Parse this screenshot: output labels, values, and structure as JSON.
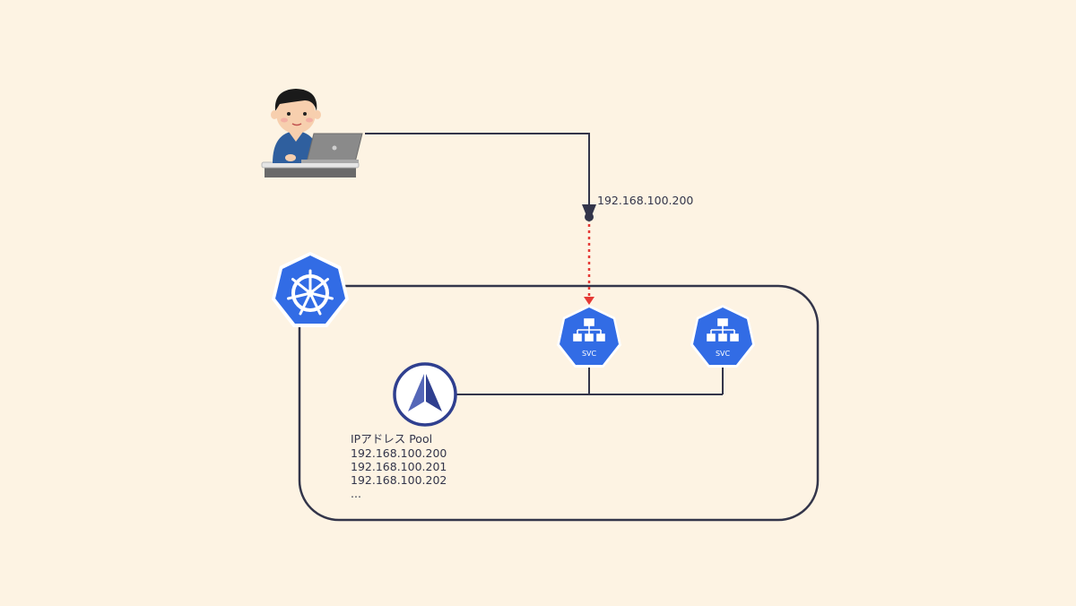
{
  "traffic": {
    "ip_label": "192.168.100.200"
  },
  "services": [
    {
      "label": "SVC"
    },
    {
      "label": "SVC"
    }
  ],
  "pool": {
    "title": "IPアドレス Pool",
    "addresses": [
      "192.168.100.200",
      "192.168.100.201",
      "192.168.100.202",
      "..."
    ]
  },
  "colors": {
    "background": "#fdf3e3",
    "line": "#33354a",
    "kubernetes_blue": "#326ce5",
    "loadbalancer_navy": "#2f3f8f",
    "dotted_red": "#e53935"
  },
  "icons": [
    "user-at-laptop-icon",
    "kubernetes-icon",
    "service-icon",
    "metallb-icon"
  ]
}
